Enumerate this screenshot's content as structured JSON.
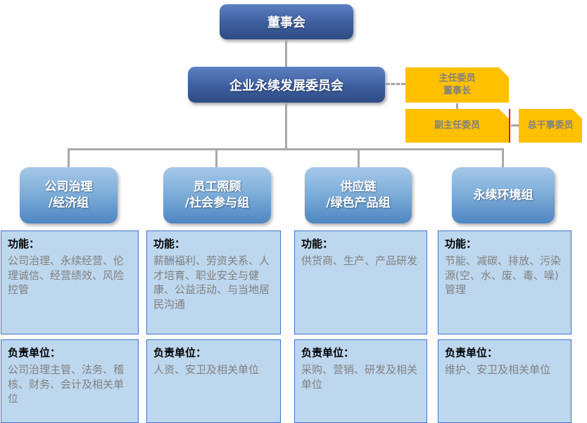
{
  "colors": {
    "node_blue_top": "#5d80c2",
    "node_blue_bottom": "#2e4c84",
    "group_blue_top": "#a6c8e8",
    "group_blue_bottom": "#4e86c2",
    "panel_fill": "#bdd7ee",
    "panel_border": "#4472c4",
    "officer_orange": "#ffc000",
    "officer_text": "#808080",
    "connector_gray": "#a6a6a6",
    "accent_red": "#ff0000"
  },
  "org": {
    "board": {
      "label": "董事会"
    },
    "committee": {
      "label": "企业永续发展委员会"
    },
    "officers": [
      {
        "label": "主任委员\n董事长"
      },
      {
        "label": "副主任委员"
      },
      {
        "label": "总干事委员"
      }
    ],
    "groups": [
      {
        "name": "公司治理\n/经济组",
        "function_label": "功能：",
        "function_text": "公司治理、永续经营、伦理诚信、经营绩效、风险控管",
        "unit_label": "负责单位：",
        "unit_text": "公司治理主管、法务、稽核、财务、会计及相关单位"
      },
      {
        "name": "员工照顾\n/社会参与组",
        "function_label": "功能：",
        "function_text": "薪酬福利、劳资关系、人才培育、职业安全与健康、公益活动、与当地居民沟通",
        "unit_label": "负责单位：",
        "unit_text": "人资、安卫及相关单位"
      },
      {
        "name": "供应链\n/绿色产品组",
        "function_label": "功能：",
        "function_text": "供货商、生产、产品研发",
        "unit_label": "负责单位：",
        "unit_text": "采购、营销、研发及相关单位"
      },
      {
        "name": "永续环境组",
        "function_label": "功能：",
        "function_text": "节能、减碳、排放、污染源(空、水、废、毒、噪)管理",
        "unit_label": "负责单位：",
        "unit_text": "维护、安卫及相关单位"
      }
    ]
  }
}
